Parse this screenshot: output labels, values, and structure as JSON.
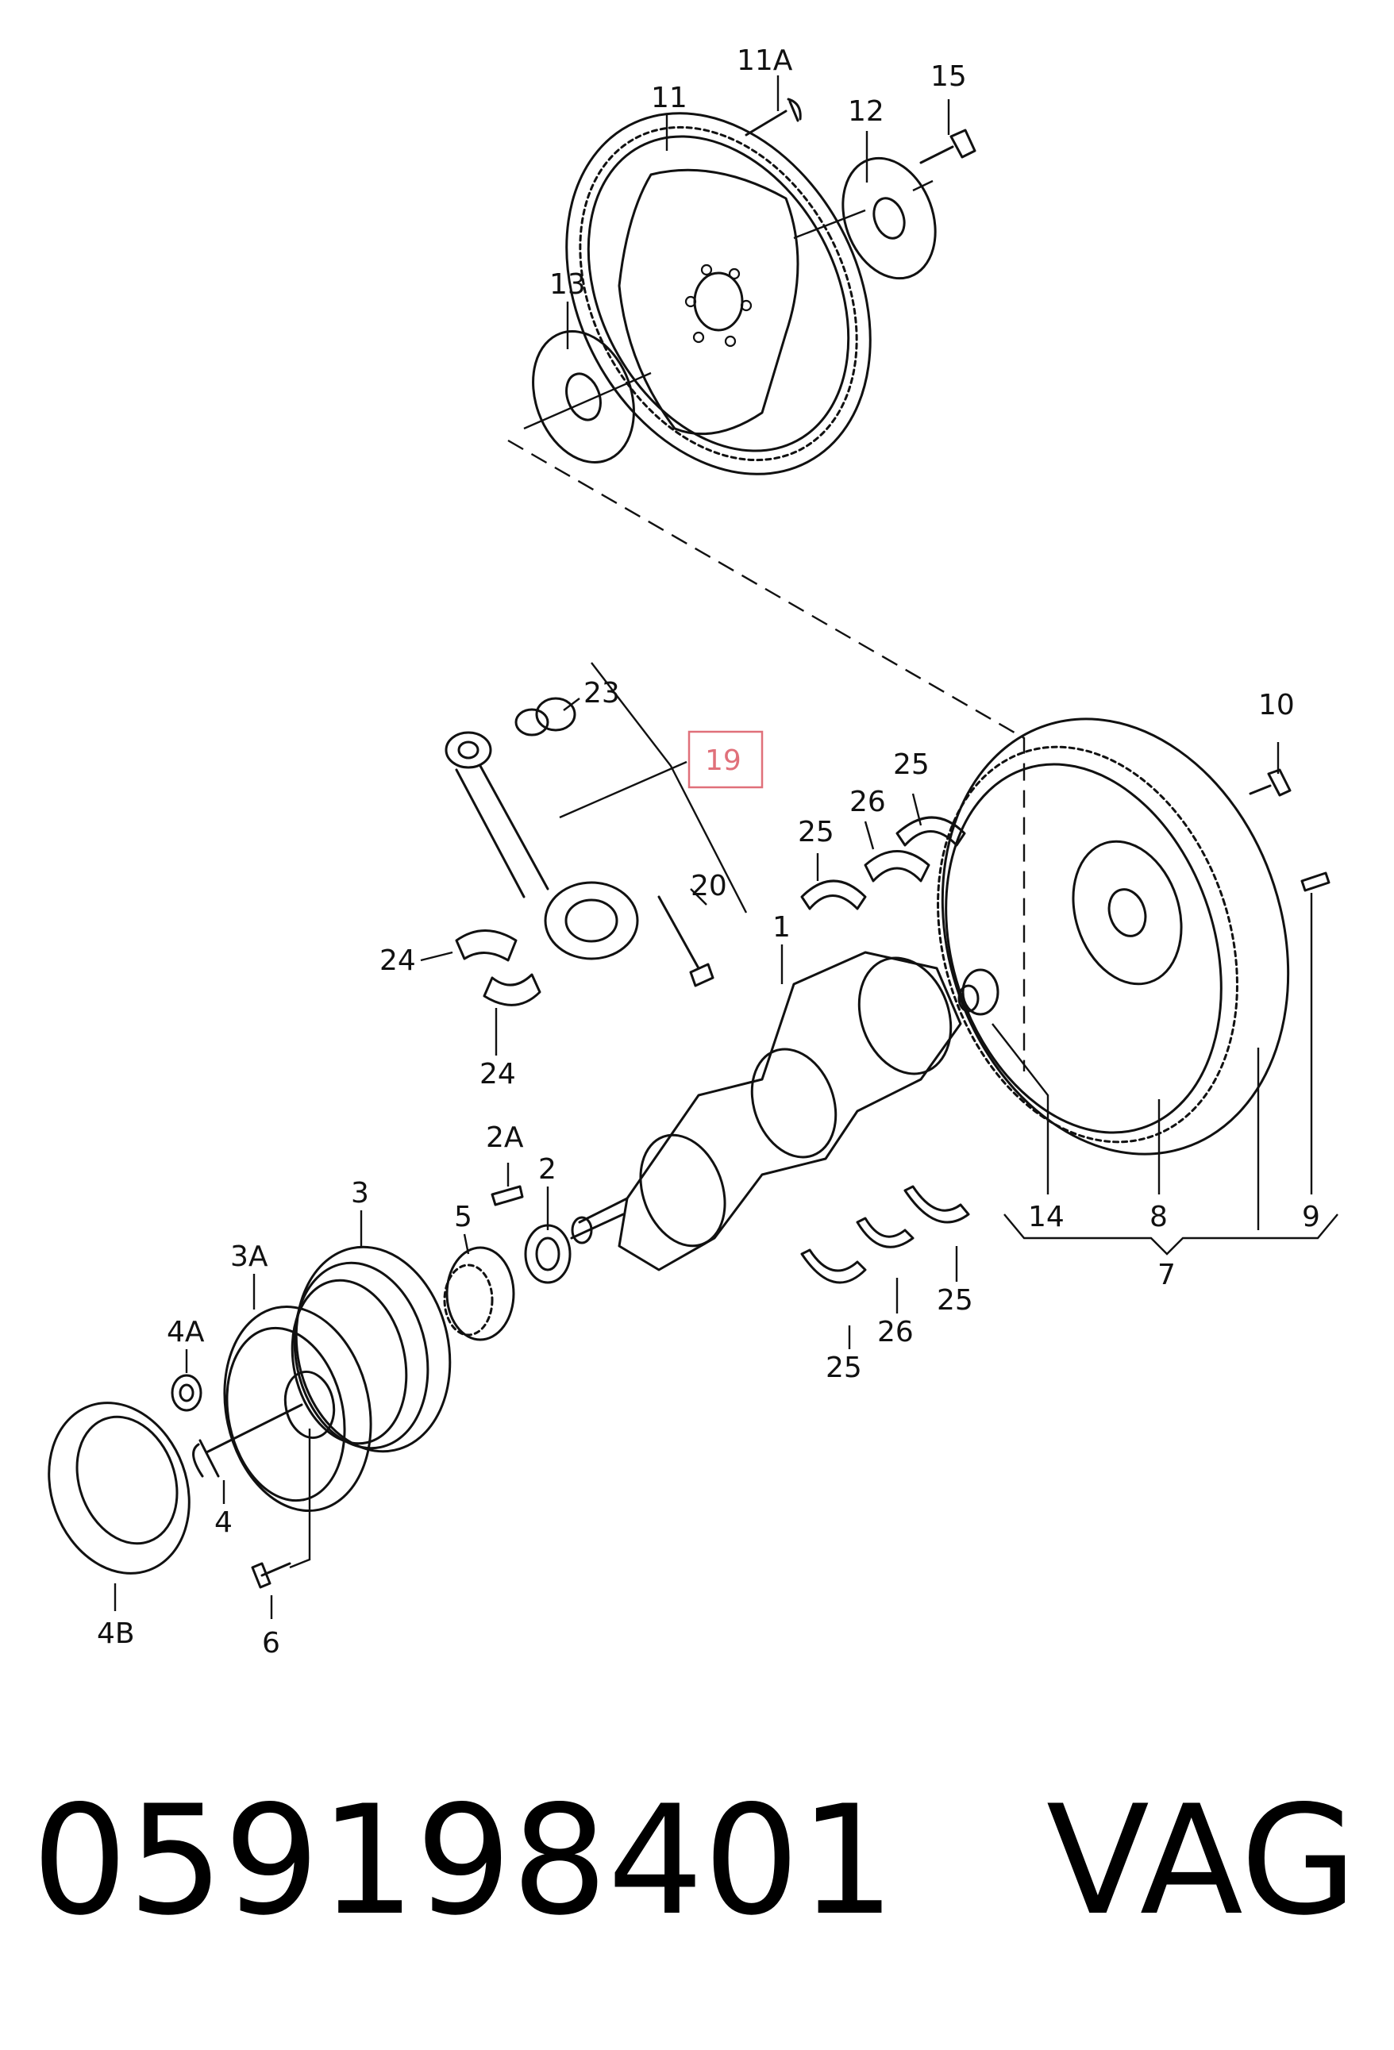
{
  "diagram": {
    "labels": {
      "l11A": "11A",
      "l11": "11",
      "l15": "15",
      "l12": "12",
      "l13": "13",
      "l23": "23",
      "l19": "19",
      "l10": "10",
      "l25a": "25",
      "l25b": "25",
      "l26a": "26",
      "l20": "20",
      "l24a": "24",
      "l24b": "24",
      "l1": "1",
      "l2A": "2A",
      "l2": "2",
      "l3": "3",
      "l5": "5",
      "l3A": "3A",
      "l4A": "4A",
      "l4": "4",
      "l4B": "4B",
      "l6": "6",
      "l14": "14",
      "l8": "8",
      "l9": "9",
      "l7": "7",
      "l25c": "25",
      "l26b": "26",
      "l25d": "25"
    },
    "highlighted_label": "19",
    "highlight_color": "#e0707a"
  },
  "footer": {
    "part_number": "059198401",
    "brand": "VAG"
  }
}
